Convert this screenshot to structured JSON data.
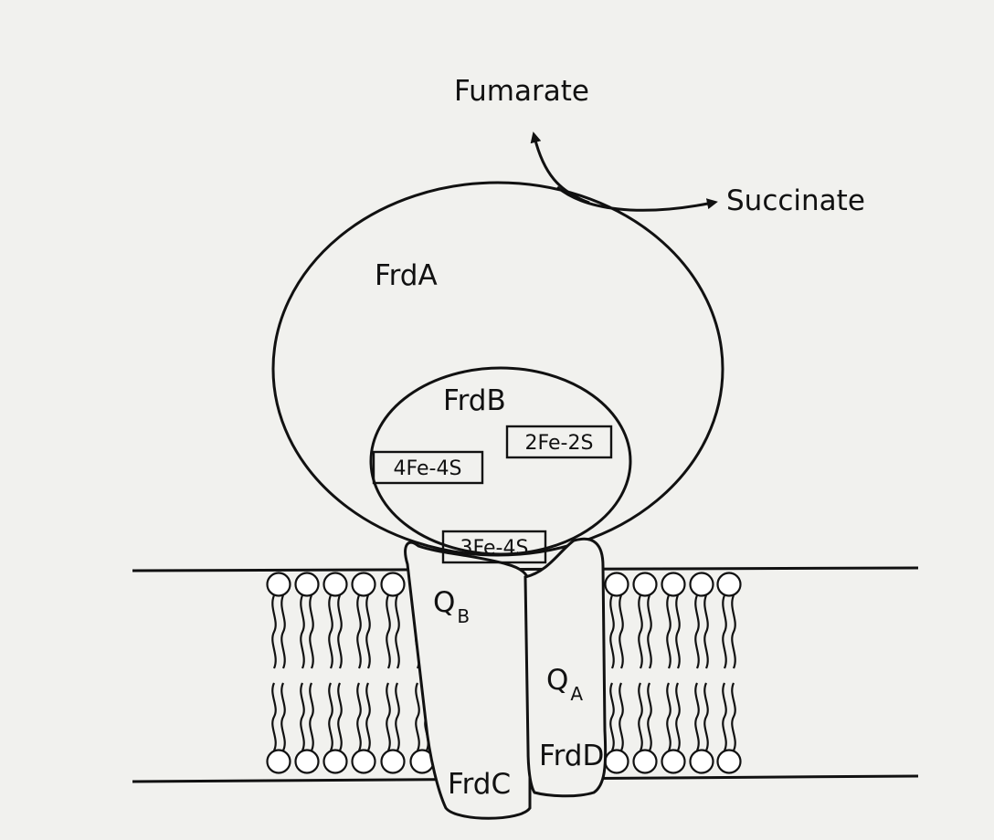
{
  "labels": {
    "fumarate": "Fumarate",
    "succinate": "Succinate",
    "frdA": "FrdA",
    "frdB": "FrdB",
    "frdC": "FrdC",
    "frdD": "FrdD",
    "qB_main": "Q",
    "qB_sub": "B",
    "qA_main": "Q",
    "qA_sub": "A"
  },
  "clusters": {
    "fe2s2": "2Fe-2S",
    "fe4s4": "4Fe-4S",
    "fe3s4": "3Fe-4S"
  },
  "colors": {
    "ink": "#111111",
    "paper": "#f1f1ee",
    "lipid_head": "#ffffff"
  }
}
